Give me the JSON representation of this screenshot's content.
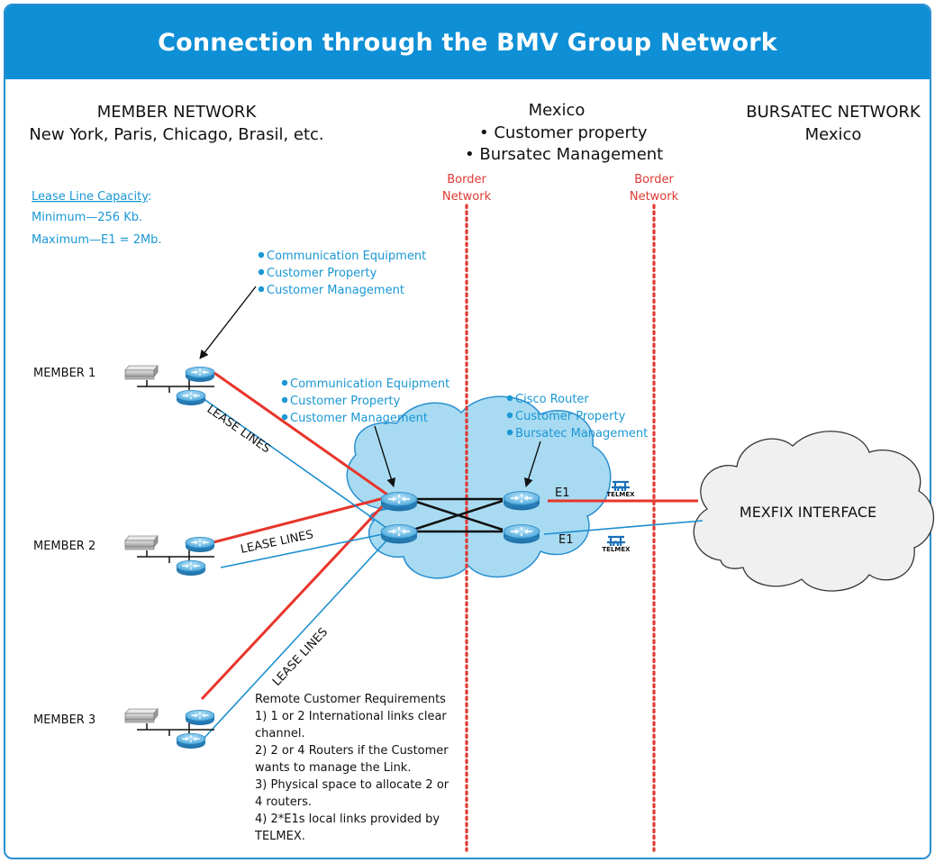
{
  "title": "Connection through the BMV Group Network",
  "columns": {
    "member": {
      "line1": "MEMBER NETWORK",
      "line2": "New York, Paris, Chicago, Brasil, etc."
    },
    "mexico": {
      "line1": "Mexico",
      "bullet1": "• Customer property",
      "bullet2": "• Bursatec Management"
    },
    "bursatec": {
      "line1": "BURSATEC NETWORK",
      "line2": "Mexico"
    }
  },
  "borders": [
    {
      "line1": "Border",
      "line2": "Network"
    },
    {
      "line1": "Border",
      "line2": "Network"
    }
  ],
  "capacity": {
    "heading": "Lease Line Capacity",
    "colon": ":",
    "min": "Minimum—256 Kb.",
    "max": "Maximum—E1 = 2Mb."
  },
  "note_top": [
    "Communication Equipment",
    "Customer Property",
    "Customer Management"
  ],
  "note_mid": [
    "Communication Equipment",
    "Customer Property",
    "Customer Management"
  ],
  "note_right": [
    "Cisco Router",
    "Customer Property",
    "Bursatec Management"
  ],
  "members": [
    "MEMBER 1",
    "MEMBER 2",
    "MEMBER 3"
  ],
  "lease_label": "LEASE LINES",
  "e1_label": "E1",
  "telmex": "TELMEX",
  "mexfix": "MEXFIX INTERFACE",
  "requirements": [
    "Remote Customer Requirements",
    "1) 1 or 2 International links clear",
    "channel.",
    "2) 2 or 4 Routers if the Customer",
    "wants to manage the Link.",
    "3) Physical space to allocate 2 or",
    "4 routers.",
    "4) 2*E1s local links provided by",
    "TELMEX."
  ],
  "colors": {
    "title_bg": "#0e8fd6",
    "frame": "#2b8fd0",
    "accent_text": "#1a97d4",
    "border_red": "#e03a33",
    "lease_red": "#e8352b",
    "lease_blue": "#1b8fd0",
    "cloud_blue": "#a8dbf2",
    "cloud_gray": "#f0f0f0"
  },
  "icons": [
    "router-icon",
    "server-icon",
    "telmex-logo",
    "network-cloud"
  ]
}
